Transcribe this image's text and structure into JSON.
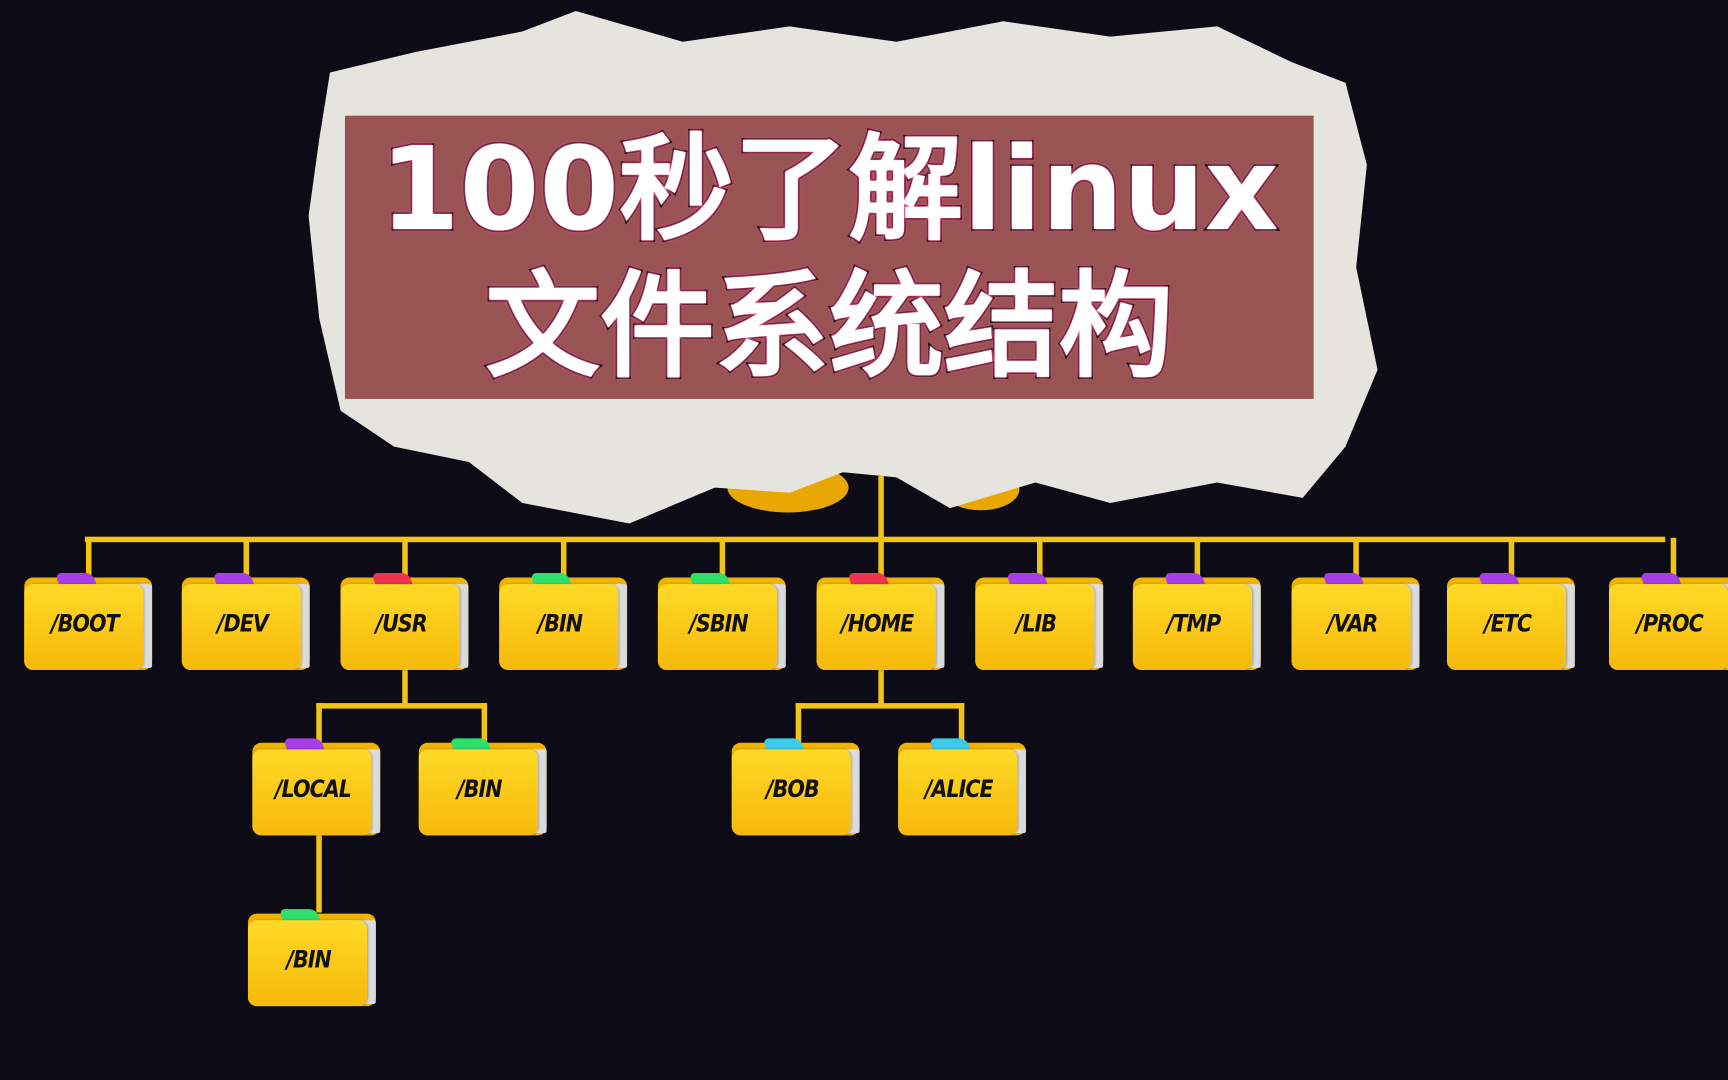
{
  "title": {
    "line1": "100秒了解linux",
    "line2": "文件系统结构"
  },
  "colors": {
    "background": "#0d0c16",
    "folder": "#ffd21a",
    "connector": "#f2c415",
    "title_box": "#9a5353",
    "tab_purple": "#a93ee8",
    "tab_red": "#f0334f",
    "tab_green": "#2ee06a",
    "tab_cyan": "#3ccbe8"
  },
  "root_folders": [
    {
      "name": "/BOOT",
      "tab": "#a93ee8"
    },
    {
      "name": "/DEV",
      "tab": "#a93ee8"
    },
    {
      "name": "/USR",
      "tab": "#f0334f"
    },
    {
      "name": "/BIN",
      "tab": "#2ee06a"
    },
    {
      "name": "/SBIN",
      "tab": "#2ee06a"
    },
    {
      "name": "/HOME",
      "tab": "#f0334f"
    },
    {
      "name": "/LIB",
      "tab": "#a93ee8"
    },
    {
      "name": "/TMP",
      "tab": "#a93ee8"
    },
    {
      "name": "/VAR",
      "tab": "#a93ee8"
    },
    {
      "name": "/ETC",
      "tab": "#a93ee8"
    },
    {
      "name": "/PROC",
      "tab": "#a93ee8"
    }
  ],
  "usr_children": [
    {
      "name": "/LOCAL",
      "tab": "#a93ee8"
    },
    {
      "name": "/BIN",
      "tab": "#2ee06a"
    }
  ],
  "local_children": [
    {
      "name": "/BIN",
      "tab": "#2ee06a"
    }
  ],
  "home_children": [
    {
      "name": "/BOB",
      "tab": "#3ccbe8"
    },
    {
      "name": "/ALICE",
      "tab": "#3ccbe8"
    }
  ]
}
